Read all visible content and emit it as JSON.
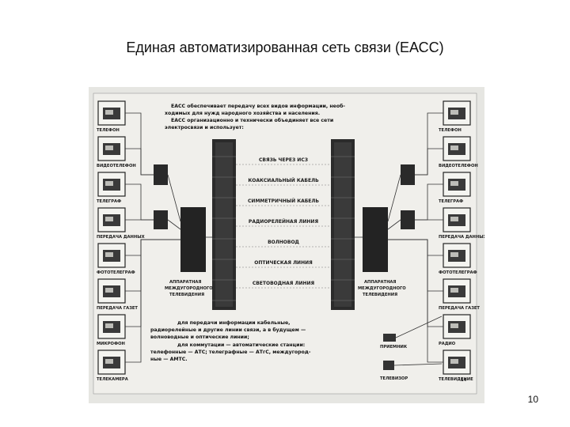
{
  "slide": {
    "title": "Единая автоматизированная сеть связи (ЕАСС)",
    "page_number": "10"
  },
  "intro_lines": [
    "ЕАСС обеспечивает передачу всех видов информации, необ-",
    "ходимых для нужд народного хозяйства и населения.",
    "ЕАСС организационно и технически объединяет все сети",
    "электросвязи и использует:"
  ],
  "left_devices": [
    "ТЕЛЕФОН",
    "ВИДЕОТЕЛЕФОН",
    "ТЕЛЕГРАФ",
    "ПЕРЕДАЧА ДАННЫХ",
    "ФОТОТЕЛЕГРАФ",
    "ПЕРЕДАЧА ГАЗЕТ",
    "МИКРОФОН",
    "ТЕЛЕКАМЕРА"
  ],
  "right_devices": [
    "ТЕЛЕФОН",
    "ВИДЕОТЕЛЕФОН",
    "ТЕЛЕГРАФ",
    "ПЕРЕДАЧА ДАННЫХ",
    "ФОТОТЕЛЕГРАФ",
    "ПЕРЕДАЧА ГАЗЕТ",
    "РАДИО",
    "ТЕЛЕВИДЕНИЕ"
  ],
  "link_types": [
    "СВЯЗЬ ЧЕРЕЗ ИСЗ",
    "КОАКСИАЛЬНЫЙ КАБЕЛЬ",
    "СИММЕТРИЧНЫЙ КАБЕЛЬ",
    "РАДИОРЕЛЕЙНАЯ ЛИНИЯ",
    "ВОЛНОВОД",
    "ОПТИЧЕСКАЯ ЛИНИЯ",
    "СВЕТОВОДНАЯ ЛИНИЯ"
  ],
  "equipment_left": [
    "АППАРАТНАЯ",
    "МЕЖДУГОРОДНОГО",
    "ТЕЛЕВИДЕНИЯ"
  ],
  "equipment_right": [
    "АППАРАТНАЯ",
    "МЕЖДУГОРОДНОГО",
    "ТЕЛЕВИДЕНИЯ"
  ],
  "bottom_right_devices": [
    "ПРИЕМНИК",
    "ТЕЛЕВИЗОР"
  ],
  "notes": [
    "для передачи информации кабельные,",
    "радиорелейные и другие линии связи, а в будущем —",
    "волноводные и оптические линии;",
    "для коммутации — автоматические станции:",
    "телефонные — АТС; телеграфные — АТгС, междугород-",
    "ные — АМТС."
  ],
  "figure_number": "14"
}
